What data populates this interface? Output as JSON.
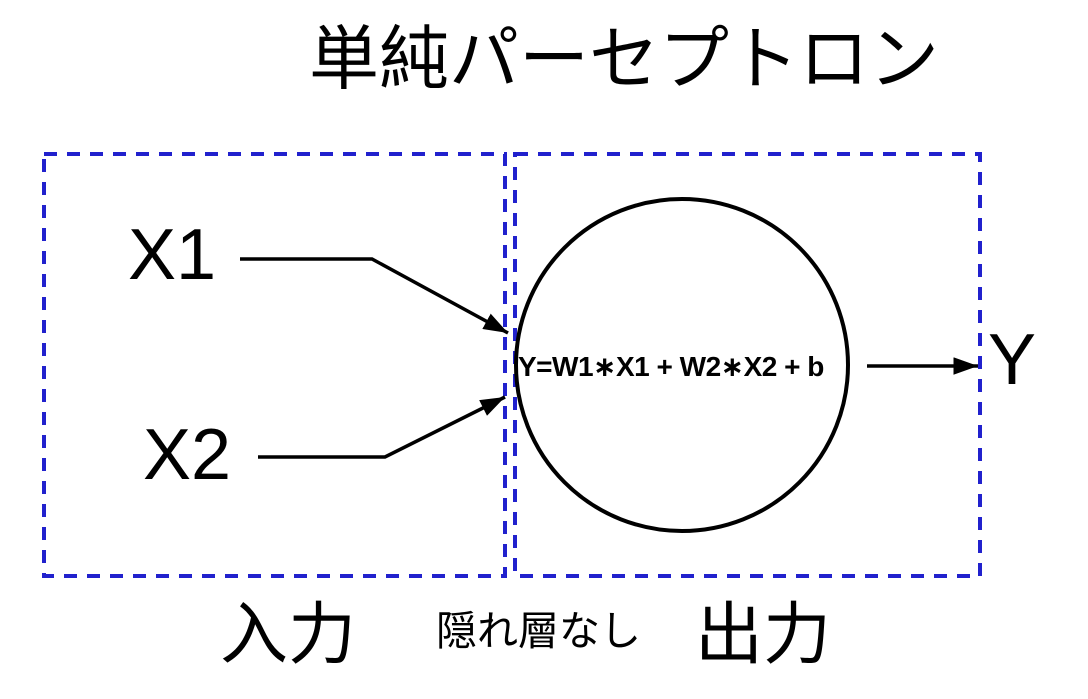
{
  "title": "単純パーセプトロン",
  "colors": {
    "accent": "#2121cd",
    "ink": "#000000"
  },
  "inputs": [
    {
      "label": "X1"
    },
    {
      "label": "X2"
    }
  ],
  "neuron": {
    "equation": "Y=W1∗X1 + W2∗X2 + b"
  },
  "output": {
    "label": "Y"
  },
  "regions": {
    "input_label": "入力",
    "hidden_note": "隠れ層なし",
    "output_label": "出力"
  }
}
